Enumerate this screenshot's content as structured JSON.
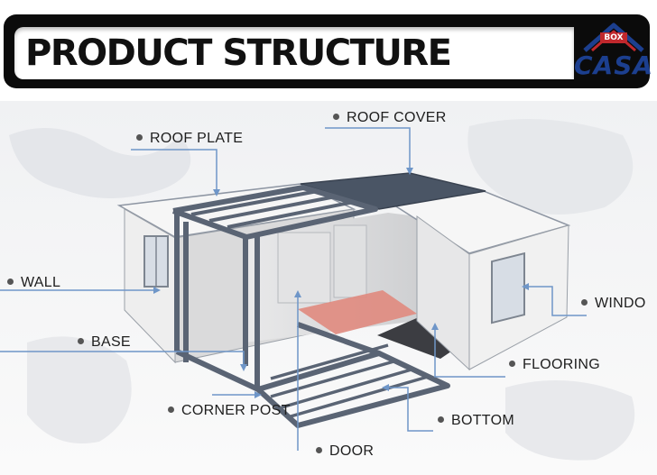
{
  "header": {
    "title": "PRODUCT STRUCTURE"
  },
  "logo": {
    "brand": "CASA",
    "badge": "BOX",
    "icon": "house-roof-icon"
  },
  "colors": {
    "frame": "#5a6474",
    "roof_cover": "#4a5565",
    "leader": "#6f96c8",
    "logo_blue": "#1c3f8f",
    "logo_red": "#c0282d",
    "floor_red": "#e08a7e",
    "floor_dark": "#3c3d42"
  },
  "labels": {
    "roof_cover": "ROOF COVER",
    "roof_plate": "ROOF PLATE",
    "wall": "WALL",
    "window": "WINDO",
    "base": "BASE",
    "flooring": "FLOORING",
    "corner_post": "CORNER POST",
    "bottom": "BOTTOM",
    "door": "DOOR"
  }
}
